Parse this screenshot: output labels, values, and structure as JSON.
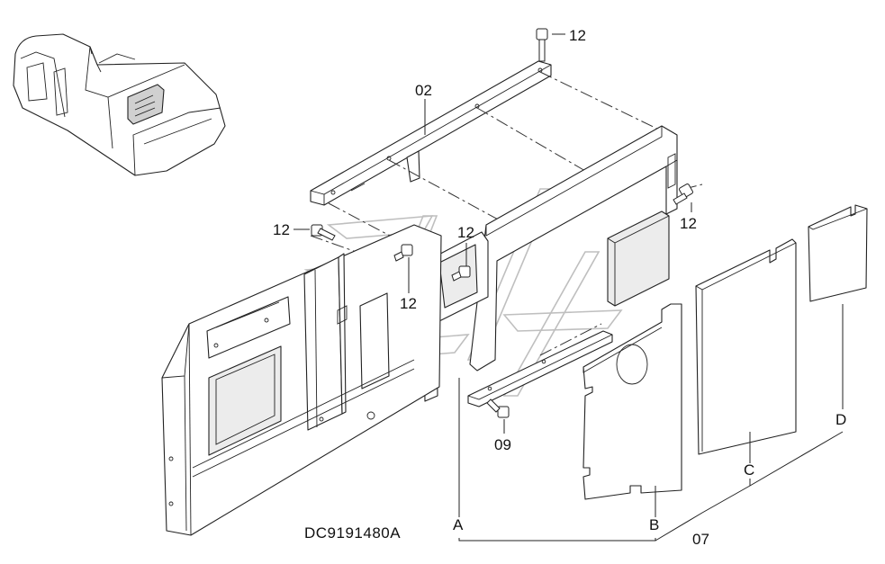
{
  "callouts": {
    "c12_top": "12",
    "c02": "02",
    "c12_right": "12",
    "c12_left": "12",
    "c12_mid": "12",
    "c12_lower": "12",
    "c09": "09",
    "cA": "A",
    "cB": "B",
    "cC": "C",
    "cD": "D",
    "c07": "07"
  },
  "drawing_number": "DC9191480A"
}
